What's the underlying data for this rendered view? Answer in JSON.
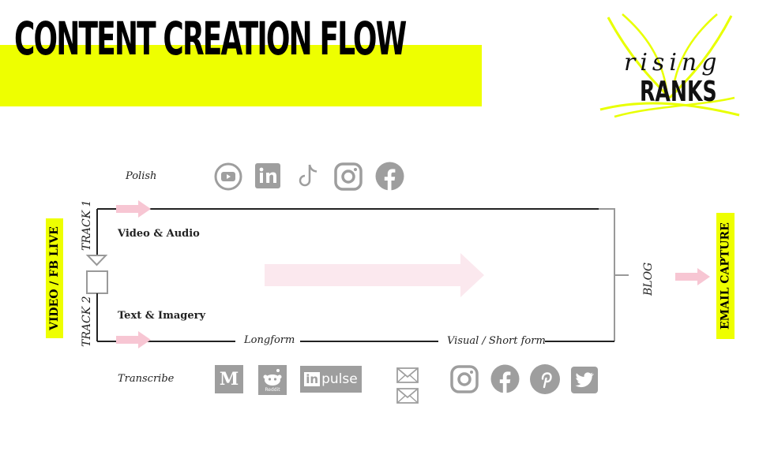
{
  "header": {
    "title": "CONTENT CREATION FLOW"
  },
  "logo": {
    "script": "rising",
    "word": "RANKS"
  },
  "source": {
    "label": "VIDEO / FB LIVE"
  },
  "tracks": {
    "track1": "TRACK 1",
    "track2": "TRACK 2"
  },
  "labels": {
    "polish": "Polish",
    "video_audio": "Video & Audio",
    "text_imagery": "Text & Imagery",
    "longform": "Longform",
    "visual_short": "Visual / Short form",
    "transcribe": "Transcribe",
    "blog": "BLOG",
    "email_capture": "EMAIL CAPTURE"
  },
  "icons": {
    "track1": [
      "youtube-icon",
      "linkedin-icon",
      "tiktok-icon",
      "instagram-icon",
      "facebook-icon"
    ],
    "track2": [
      "medium-icon",
      "reddit-icon",
      "inpulse-icon",
      "email-icon",
      "instagram-icon",
      "facebook-icon",
      "pinterest-icon",
      "twitter-icon"
    ],
    "medium_letter": "M",
    "reddit_text": "Reddit",
    "inpulse_in": "in",
    "inpulse_rest": "pulse"
  },
  "colors": {
    "accent": "#eeff00",
    "arrow": "#f7c6d3",
    "icon": "#9e9e9e"
  }
}
